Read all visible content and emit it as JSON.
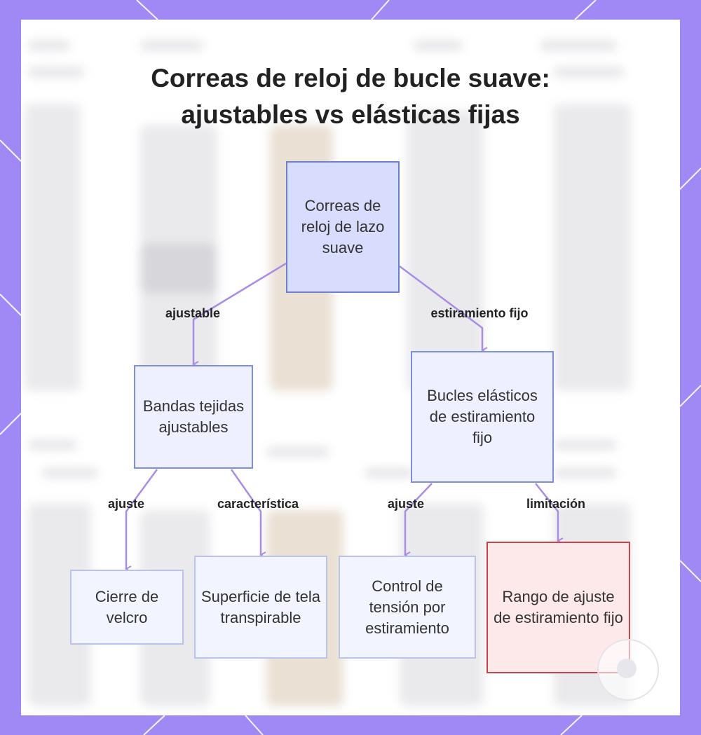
{
  "title": {
    "line1": "Correas de reloj de bucle suave:",
    "line2": "ajustables vs elásticas fijas"
  },
  "nodes": {
    "root": "Correas de reloj de lazo suave",
    "adjustable": "Bandas tejidas ajustables",
    "fixed_stretch": "Bucles elásticos de estiramiento fijo",
    "velcro": "Cierre de velcro",
    "breathable": "Superficie de tela transpirable",
    "tension": "Control de tensión por estiramiento",
    "range": "Rango de ajuste de estiramiento fijo"
  },
  "edges": {
    "adjustable": "ajustable",
    "fixed_stretch": "estiramiento fijo",
    "fit_left": "ajuste",
    "feature": "característica",
    "fit_right": "ajuste",
    "limitation": "limitación"
  },
  "colors": {
    "frame": "#a088f5",
    "edge": "#a98ce6",
    "root_fill": "#d8dcfd",
    "root_border": "#6f7fcf",
    "limit_fill": "#fde8ea",
    "limit_border": "#c8454e"
  }
}
